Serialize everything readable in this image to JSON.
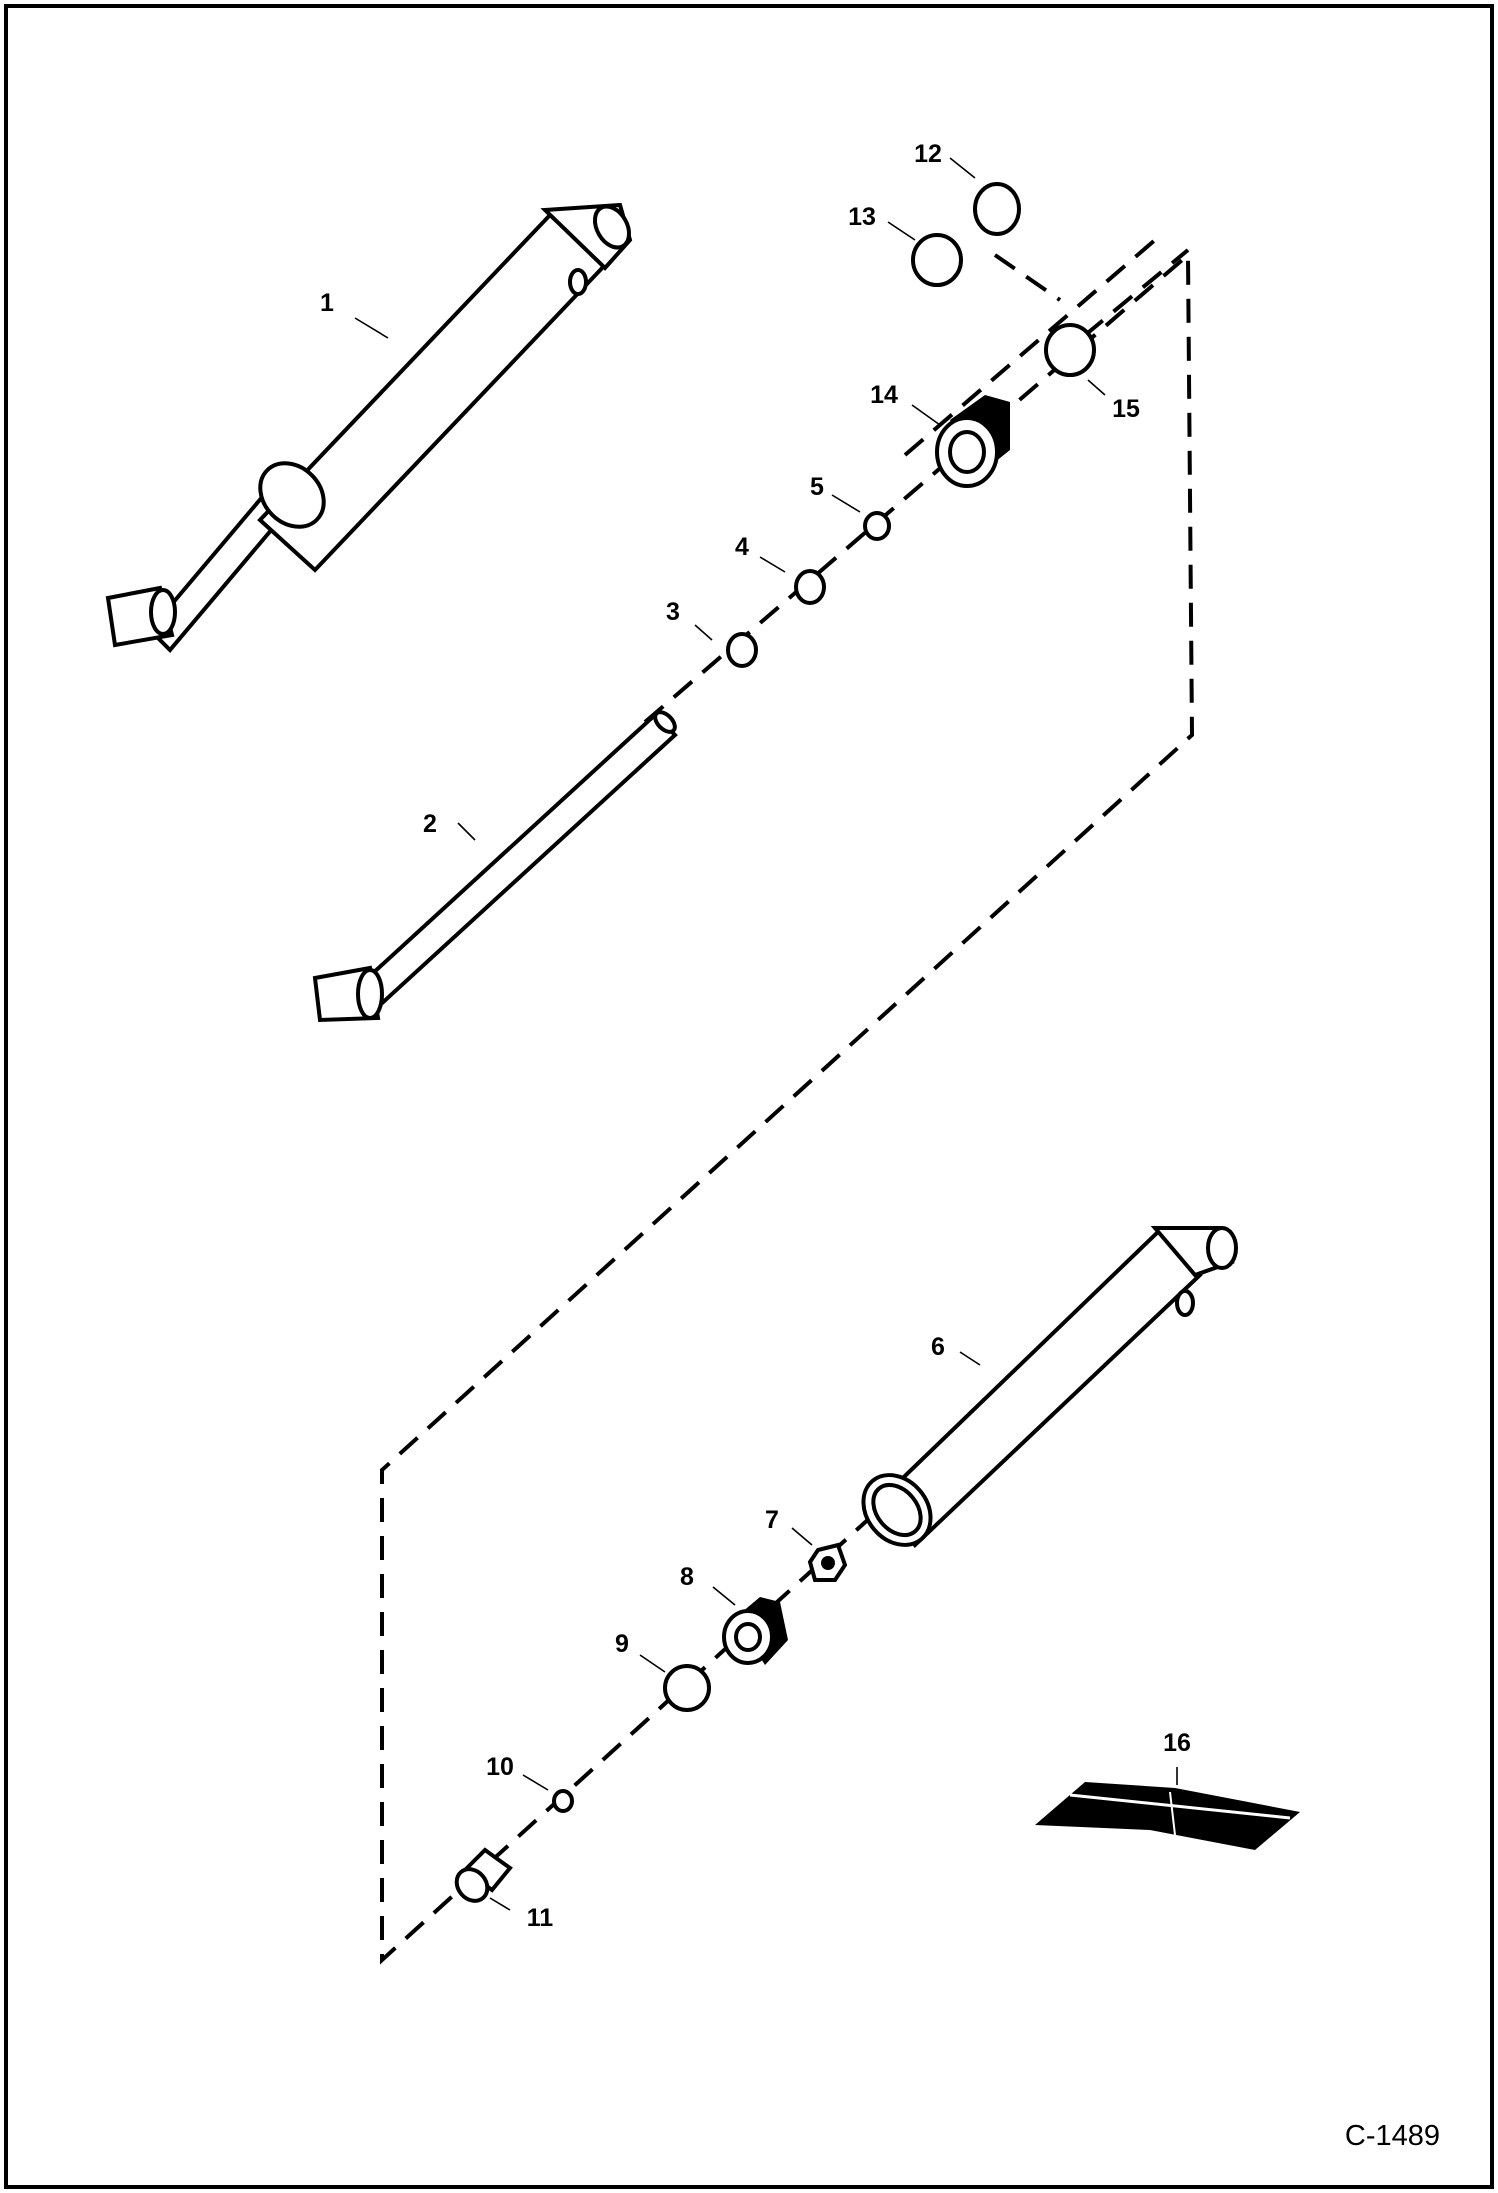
{
  "diagram": {
    "figure_code": "C-1489",
    "callouts": [
      "1",
      "2",
      "3",
      "4",
      "5",
      "6",
      "7",
      "8",
      "9",
      "10",
      "11",
      "12",
      "13",
      "14",
      "15",
      "16"
    ],
    "parts": [
      {
        "callout": "1",
        "icon": "hydraulic-cylinder-assembly-icon"
      },
      {
        "callout": "2",
        "icon": "piston-rod-icon"
      },
      {
        "callout": "3",
        "icon": "o-ring-icon"
      },
      {
        "callout": "4",
        "icon": "o-ring-icon"
      },
      {
        "callout": "5",
        "icon": "o-ring-icon"
      },
      {
        "callout": "6",
        "icon": "cylinder-barrel-icon"
      },
      {
        "callout": "7",
        "icon": "lock-nut-icon"
      },
      {
        "callout": "8",
        "icon": "piston-icon"
      },
      {
        "callout": "9",
        "icon": "seal-ring-icon"
      },
      {
        "callout": "10",
        "icon": "o-ring-icon"
      },
      {
        "callout": "11",
        "icon": "bushing-icon"
      },
      {
        "callout": "12",
        "icon": "seal-ring-icon"
      },
      {
        "callout": "13",
        "icon": "seal-ring-icon"
      },
      {
        "callout": "14",
        "icon": "gland-head-icon"
      },
      {
        "callout": "15",
        "icon": "seal-ring-icon"
      },
      {
        "callout": "16",
        "icon": "seal-kit-icon"
      }
    ],
    "colors": {
      "ink": "#000000",
      "paper": "#ffffff"
    }
  }
}
